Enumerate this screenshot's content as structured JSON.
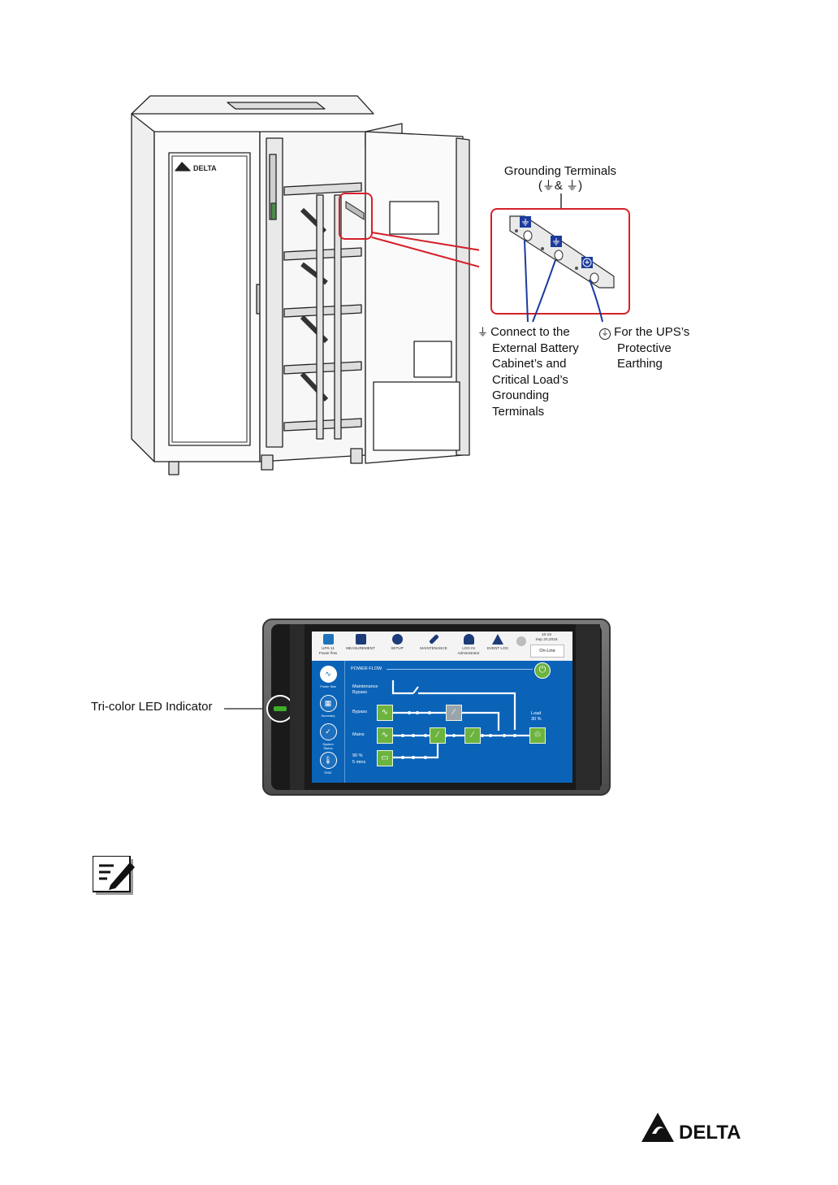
{
  "figure1": {
    "callout_title": "Grounding Terminals",
    "callout_symbols": "(⏚& ⏚)",
    "left_label_lines": [
      "Connect to the",
      "External Battery",
      "Cabinet’s and",
      "Critical Load’s",
      "Grounding",
      "Terminals"
    ],
    "right_label_lines": [
      "For the UPS’s",
      "Protective",
      "Earthing"
    ],
    "cabinet_brand": "DELTA"
  },
  "figure2": {
    "led_label": "Tri-color LED Indicator",
    "screen": {
      "nav": [
        {
          "label": "UPS-11",
          "sub": "Power flow",
          "icon": "home-icon"
        },
        {
          "label": "MEASUREMENT",
          "sub": "",
          "icon": "waveform-icon"
        },
        {
          "label": "SETUP",
          "sub": "",
          "icon": "gear-icon"
        },
        {
          "label": "MAINTENANCE",
          "sub": "",
          "icon": "wrench-icon"
        },
        {
          "label": "LOG IN",
          "sub": "Administrator",
          "icon": "user-icon"
        },
        {
          "label": "EVENT LOG",
          "sub": "",
          "icon": "warning-icon"
        }
      ],
      "time": "10:15",
      "date": "Sep 20,2016",
      "status": "On-Line",
      "section_title": "POWER FLOW",
      "sidebar": [
        "Power flow",
        "Summary",
        "System Status",
        "EMU"
      ],
      "labels": {
        "maint_bypass": "Maintenance Bypass",
        "bypass": "Bypass",
        "mains": "Mains",
        "battery_pct": "90 %",
        "battery_time": "5 mins",
        "load": "Load",
        "load_pct": "30 %"
      }
    }
  },
  "footer": {
    "logo_text": "DELTA"
  },
  "colors": {
    "accent_red": "#d6202a",
    "screen_blue": "#0b63b8",
    "status_green": "#6db33f",
    "terminal_blue": "#1c3b9c"
  }
}
